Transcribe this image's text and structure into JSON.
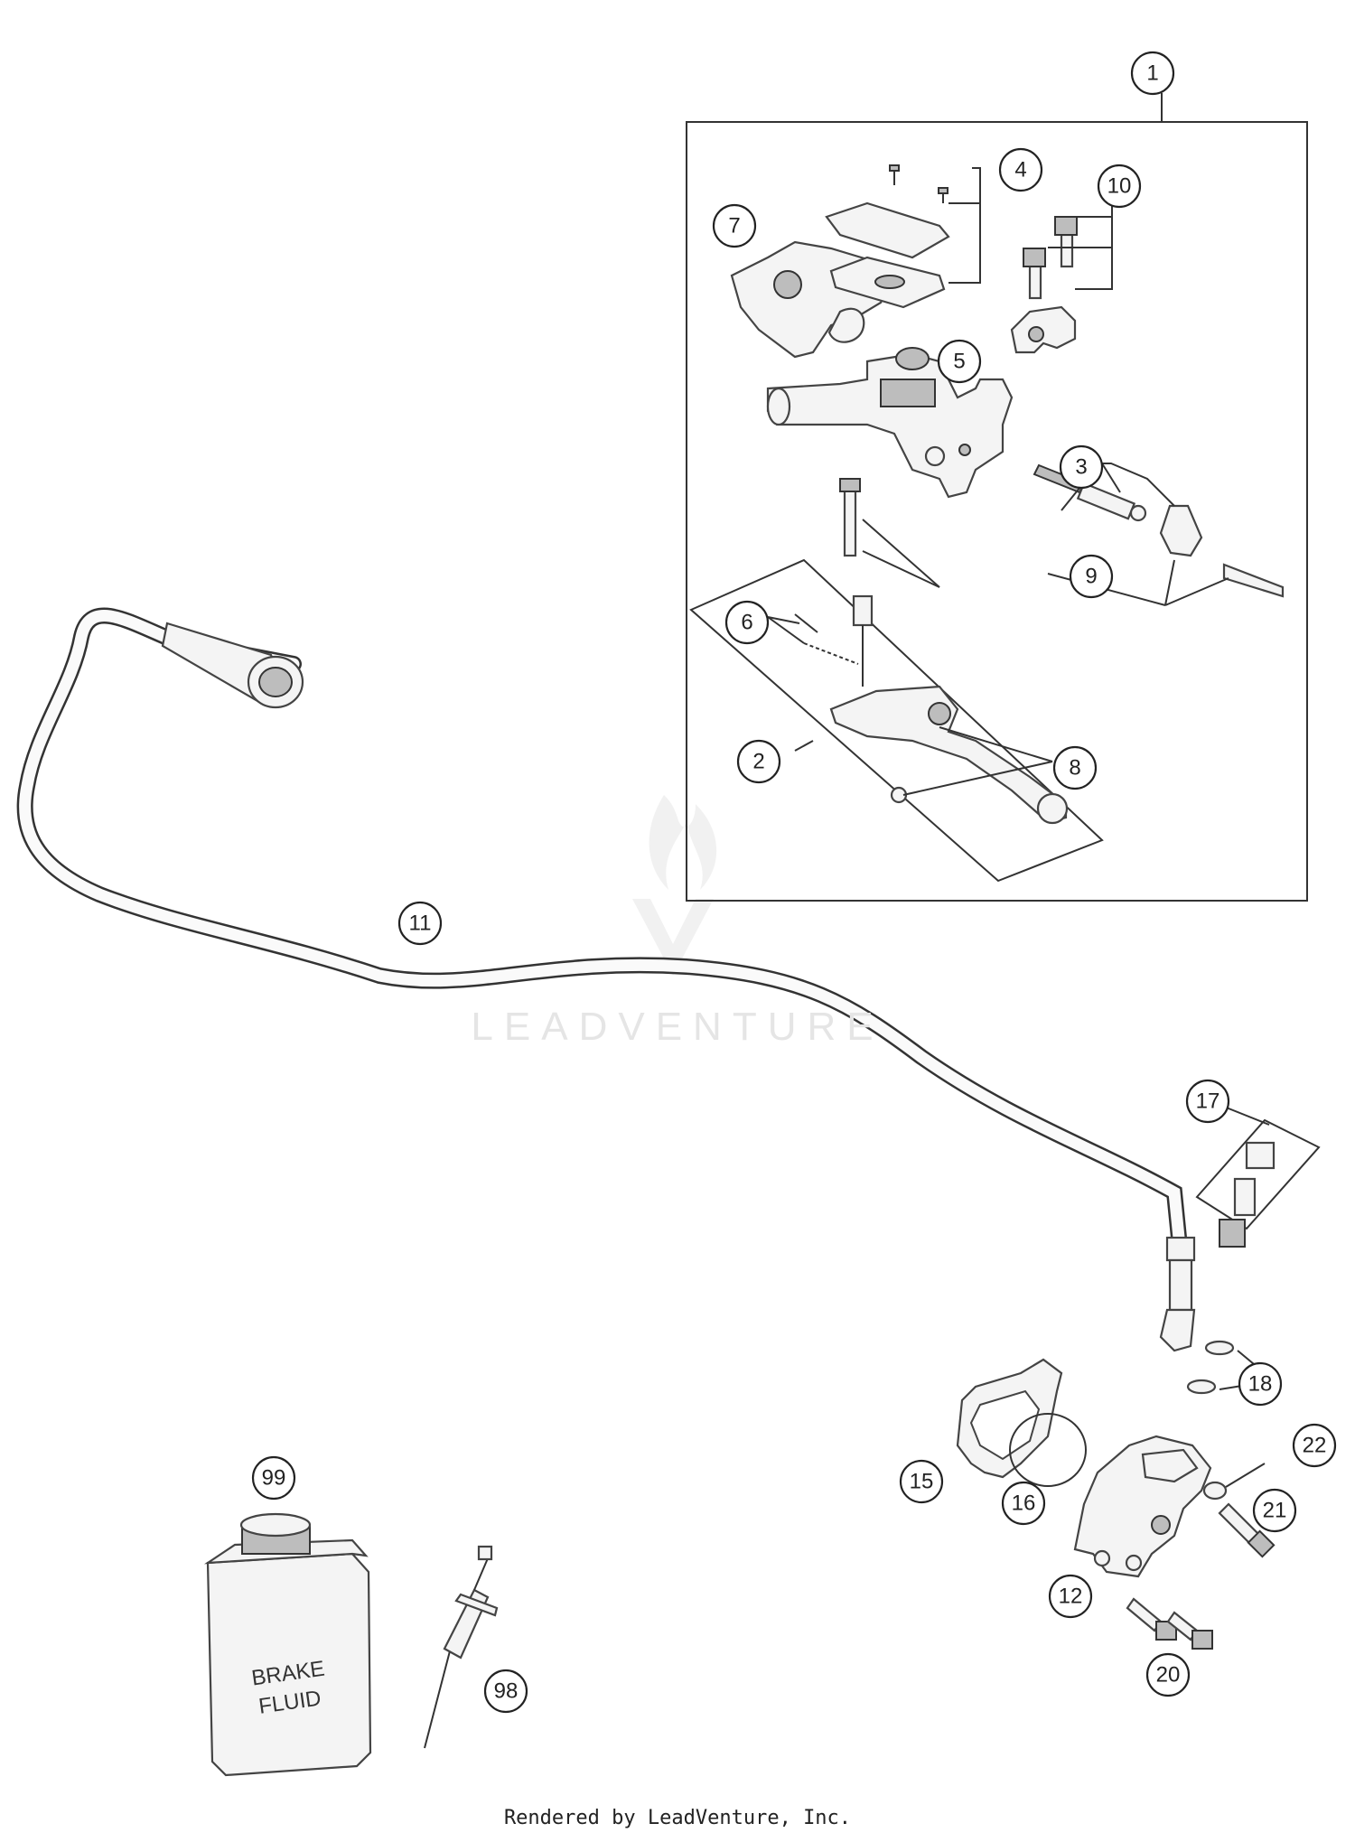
{
  "callouts": [
    "1",
    "2",
    "3",
    "4",
    "5",
    "6",
    "7",
    "8",
    "9",
    "10",
    "11",
    "12",
    "15",
    "16",
    "17",
    "18",
    "20",
    "21",
    "22",
    "98",
    "99"
  ],
  "bottle": {
    "line1": "BRAKE",
    "line2": "FLUID"
  },
  "watermark": "LEADVENTURE",
  "footer": "Rendered by LeadVenture, Inc.",
  "colors": {
    "line": "#333333",
    "watermark": "#e5e5e5"
  }
}
